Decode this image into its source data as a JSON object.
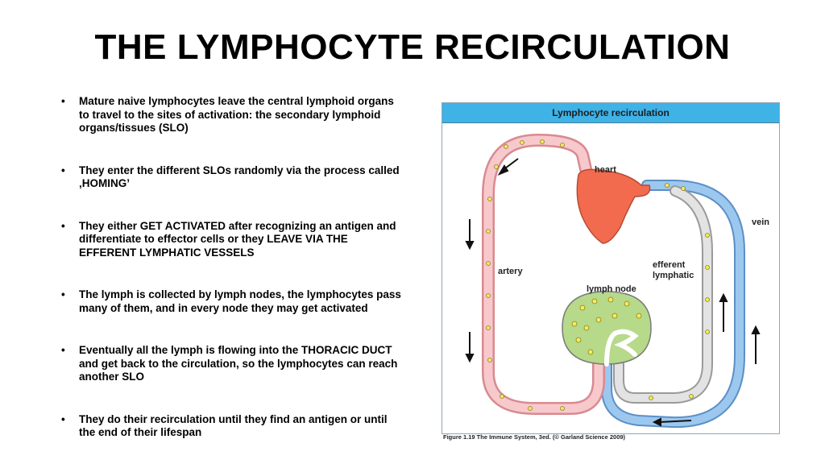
{
  "slide": {
    "title": "THE LYMPHOCYTE RECIRCULATION",
    "bullet_symbol": "•",
    "bullets": [
      "Mature naive lymphocytes leave the central lymphoid organs to travel to the sites of activation: the secondary lymphoid organs/tissues (SLO)",
      "They enter the different SLOs randomly via the process called ‚HOMING’",
      "They either GET ACTIVATED after recognizing an antigen and differentiate to effector cells or they LEAVE VIA THE EFFERENT LYMPHATIC VESSELS",
      "The lymph is collected by lymph nodes, the lymphocytes pass many of them, and in every node they may get activated",
      "Eventually all the lymph is flowing into the THORACIC DUCT and get back to the circulation, so the lymphocytes can reach another SLO",
      "They do their recirculation until they find an antigen or until the end of their lifespan"
    ]
  },
  "figure": {
    "header": "Lymphocyte recirculation",
    "labels": {
      "heart": "heart",
      "vein": "vein",
      "efferent": "efferent",
      "lymphatic": "lymphatic",
      "artery": "artery",
      "lymph_node": "lymph node"
    },
    "caption": "Figure 1.19  The Immune System, 3ed. (© Garland Science 2009)",
    "colors": {
      "header_bg": "#3fb2e6",
      "artery": "#f7c9cc",
      "artery_border": "#d88a90",
      "vein": "#9cc8ef",
      "vein_border": "#5b8fc6",
      "lymphatic": "#e3e3e3",
      "heart": "#f26b4f",
      "lymphocyte": "#f5ea5a",
      "node_fill": "#b7d98a"
    }
  }
}
